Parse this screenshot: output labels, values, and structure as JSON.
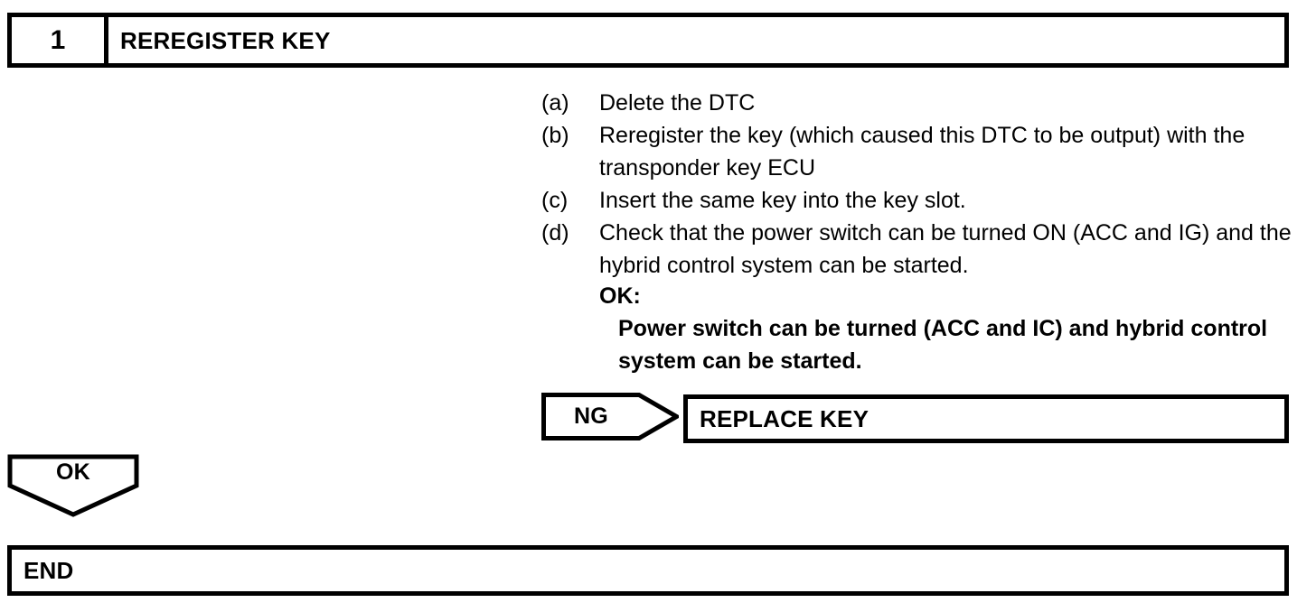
{
  "step": {
    "number": "1",
    "title": "REREGISTER KEY"
  },
  "procedure": {
    "items": [
      {
        "label": "(a)",
        "text": "Delete the DTC"
      },
      {
        "label": "(b)",
        "text": "Reregister the key (which caused this DTC to be output) with the transponder key ECU"
      },
      {
        "label": "(c)",
        "text": "Insert the same key into the key slot."
      },
      {
        "label": "(d)",
        "text": "Check that the power switch can be turned ON (ACC and IG) and the hybrid control system can be started."
      }
    ]
  },
  "result": {
    "ok_label": "OK:",
    "ok_detail": "Power switch can be turned (ACC and IC) and hybrid control system can be started."
  },
  "branches": {
    "ng": {
      "arrow_label": "NG",
      "target_label": "REPLACE KEY"
    },
    "ok": {
      "arrow_label": "OK",
      "target_label": "END"
    }
  },
  "colors": {
    "ink": "#000000",
    "paper": "#ffffff"
  }
}
